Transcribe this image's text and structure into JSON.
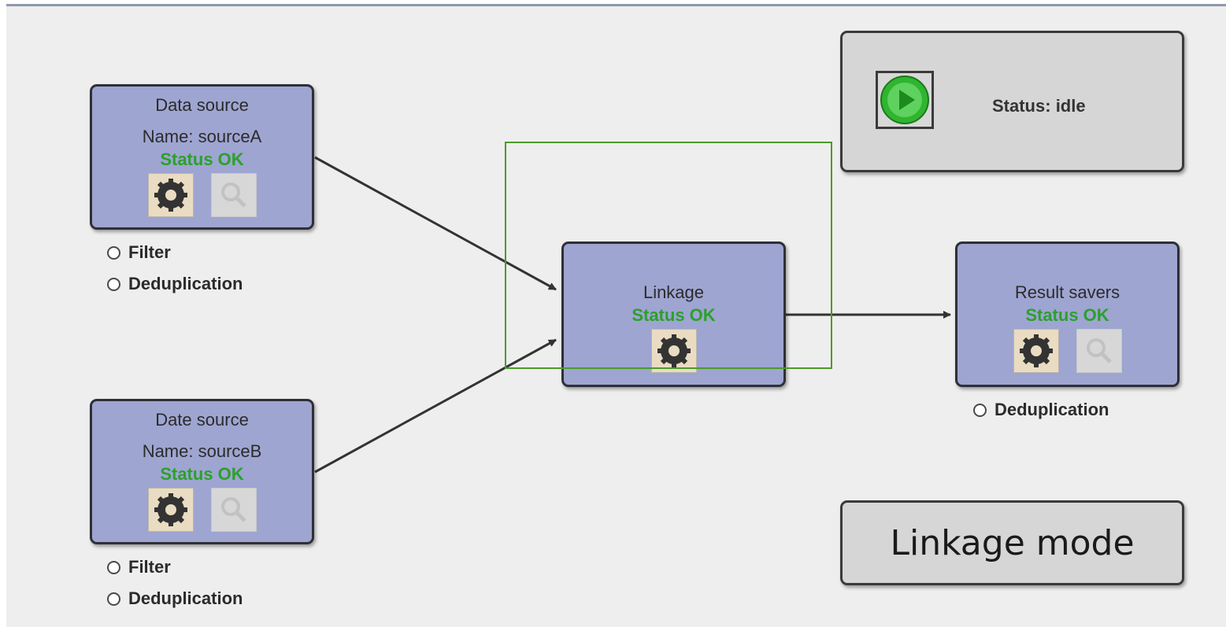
{
  "nodes": {
    "sourceA": {
      "title": "Data source",
      "name": "Name: sourceA",
      "status": "Status OK"
    },
    "sourceB": {
      "title": "Date source",
      "name": "Name: sourceB",
      "status": "Status OK"
    },
    "linkage": {
      "title": "Linkage",
      "status": "Status OK"
    },
    "savers": {
      "title": "Result savers",
      "status": "Status OK"
    }
  },
  "options": {
    "sourceA": {
      "filter": "Filter",
      "dedup": "Deduplication"
    },
    "sourceB": {
      "filter": "Filter",
      "dedup": "Deduplication"
    },
    "savers": {
      "dedup": "Deduplication"
    }
  },
  "status_panel": {
    "label": "Status:",
    "value": "idle"
  },
  "mode_button": {
    "label": "Linkage mode"
  },
  "colors": {
    "node_fill": "#9ea5d1",
    "status_ok": "#2ca02c",
    "selection": "#4c9a2a",
    "play": "#2fb52f"
  },
  "icons": [
    "gear-icon",
    "magnifier-icon",
    "play-icon",
    "arrow-icon"
  ]
}
